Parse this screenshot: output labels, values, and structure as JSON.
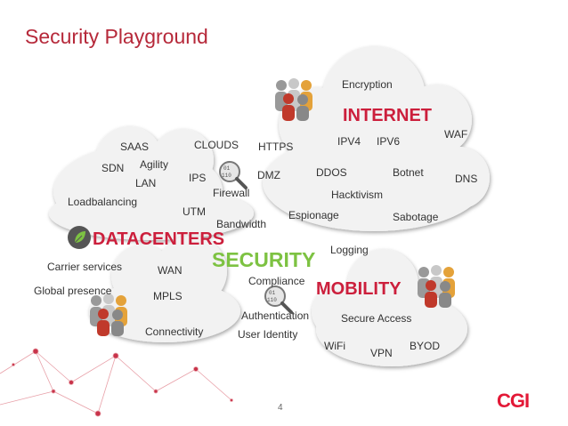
{
  "slide": {
    "title": "Security Playground",
    "page_number": "4"
  },
  "colors": {
    "title": "#b6293a",
    "internet": "#cc1f3c",
    "mobility": "#cc1f3c",
    "datacenters": "#cc1f3c",
    "security": "#7dc242",
    "cloud": "#f2f2f2",
    "logo": "#e31937"
  },
  "clouds": {
    "internet": {
      "label": "INTERNET",
      "terms": [
        "Encryption",
        "HTTPS",
        "IPV4",
        "IPV6",
        "WAF",
        "DMZ",
        "DDOS",
        "Botnet",
        "DNS",
        "Hacktivism",
        "Espionage",
        "Sabotage"
      ]
    },
    "datacenters": {
      "label": "DATACENTERS",
      "terms": [
        "SAAS",
        "CLOUDS",
        "SDN",
        "Agility",
        "LAN",
        "IPS",
        "Loadbalancing",
        "Firewall",
        "UTM",
        "Bandwidth"
      ]
    },
    "mobility": {
      "label": "MOBILITY",
      "terms": [
        "Logging",
        "Compliance",
        "Secure Access",
        "Authentication",
        "User Identity",
        "WiFi",
        "VPN",
        "BYOD"
      ]
    },
    "security": {
      "label": "SECURITY"
    },
    "outer": {
      "terms": [
        "Carrier services",
        "WAN",
        "Global presence",
        "MPLS",
        "Connectivity"
      ]
    }
  },
  "icons": {
    "people": "people-group-icon",
    "search": "magnifier-binary-icon",
    "leaf": "leaf-icon",
    "network": "network-dots-icon"
  },
  "logo": {
    "text": "CGI"
  }
}
